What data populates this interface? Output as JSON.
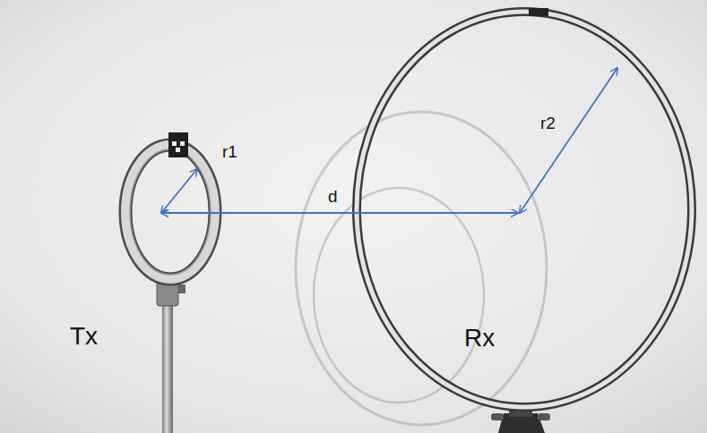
{
  "diagram": {
    "labels": [
      "r1",
      "d",
      "r2",
      "Tx",
      "Rx"
    ]
  }
}
